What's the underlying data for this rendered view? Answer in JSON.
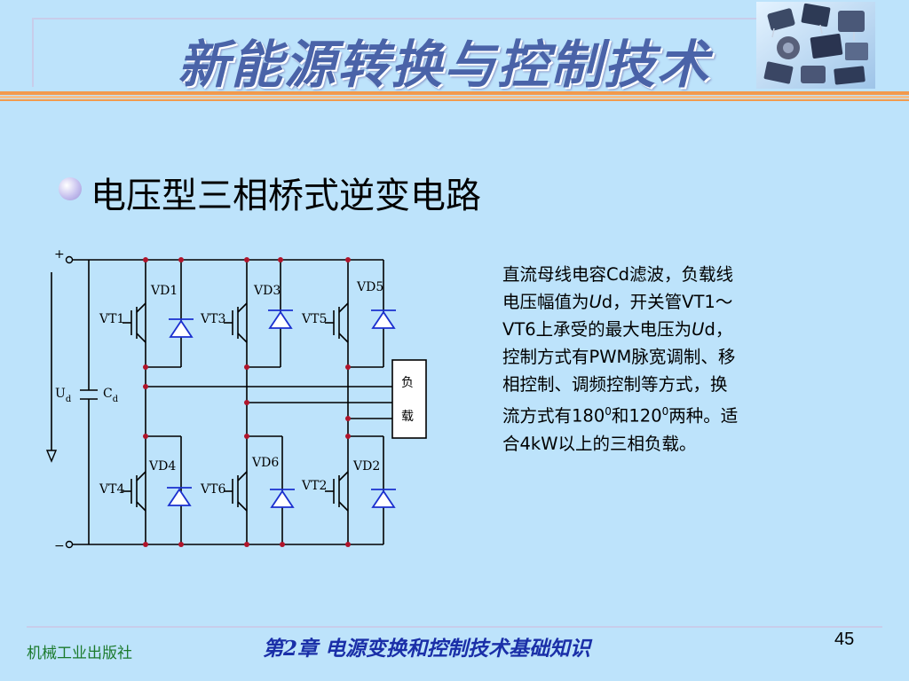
{
  "slide": {
    "title": "新能源转换与控制技术",
    "heading": "电压型三相桥式逆变电路",
    "page_number": "45",
    "footer_publisher": "机械工业出版社",
    "footer_chapter": "第2章  电源变换和控制技术基础知识",
    "description": {
      "l1": "直流母线电容Cd滤波，负载线",
      "l2a": "电压幅值为",
      "l2b": "U",
      "l2c": "d，开关管VT1～",
      "l3a": "VT6上承受的最大电压为",
      "l3b": "U",
      "l3c": "d，",
      "l4": "控制方式有PWM脉宽调制、移",
      "l5": "相控制、调频控制等方式，换",
      "l6a": "流方式有180",
      "l6b": "0",
      "l6c": "和120",
      "l6d": "0",
      "l6e": "两种。适",
      "l7": "合4kW以上的三相负载。"
    }
  },
  "circuit": {
    "plus": "+",
    "minus": "−",
    "ud_main": "U",
    "ud_sub": "d",
    "cd_main": "C",
    "cd_sub": "d",
    "load_1": "负",
    "load_2": "载",
    "vt1": "VT1",
    "vt3": "VT3",
    "vt5": "VT5",
    "vt4": "VT4",
    "vt6": "VT6",
    "vt2": "VT2",
    "vd1": "VD1",
    "vd3": "VD3",
    "vd5": "VD5",
    "vd4": "VD4",
    "vd6": "VD6",
    "vd2": "VD2"
  },
  "colors": {
    "background": "#bde3fb",
    "title": "#4a63a8",
    "accent_band": "#f29a4c",
    "diode": "#1a2fcf",
    "node": "#b0142a"
  }
}
